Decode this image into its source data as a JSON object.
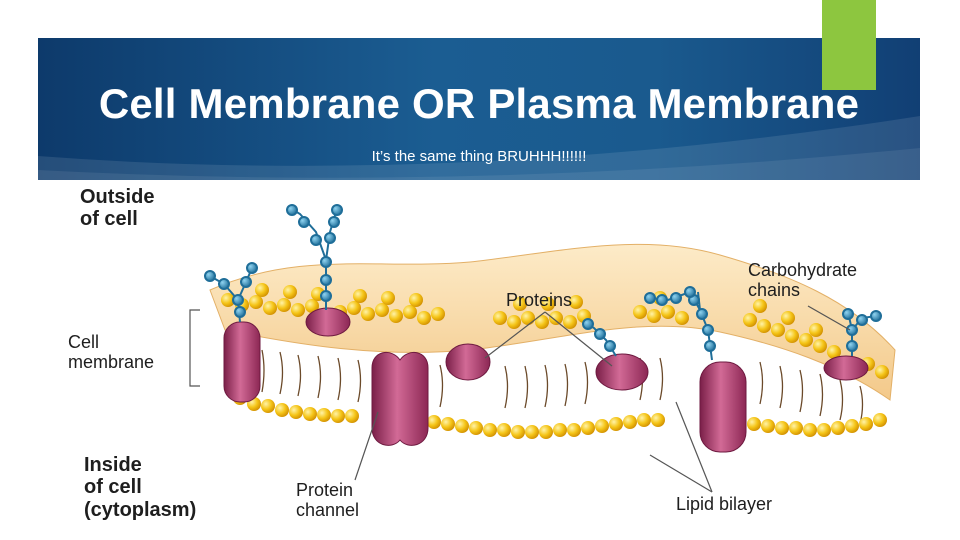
{
  "slide": {
    "title": "Cell Membrane OR Plasma Membrane",
    "subtitle": "It’s the same thing BRUHHH!!!!!!"
  },
  "labels": {
    "outside_line1": "Outside",
    "outside_line2": "of cell",
    "cell_membrane_line1": "Cell",
    "cell_membrane_line2": "membrane",
    "inside_line1": "Inside",
    "inside_line2": "of cell",
    "inside_line3": "(cytoplasm)",
    "proteins": "Proteins",
    "carbohydrate_line1": "Carbohydrate",
    "carbohydrate_line2": "chains",
    "protein_channel_line1": "Protein",
    "protein_channel_line2": "channel",
    "lipid_bilayer": "Lipid bilayer"
  },
  "colors": {
    "banner_dark": "#0d3a6b",
    "banner_light": "#1b5d92",
    "accent_green": "#8dc63f",
    "phospholipid_head": "#f5c518",
    "protein": "#b23a6e",
    "carbohydrate": "#2a8fbf",
    "membrane_interior": "#f7d9a6"
  }
}
